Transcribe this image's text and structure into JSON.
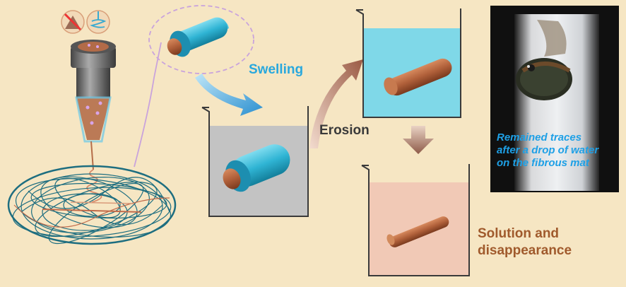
{
  "labels": {
    "swelling": "Swelling",
    "erosion": "Erosion",
    "solution": "Solution and disappearance",
    "photo_caption": "Remained traces after a drop of water on the fibrous mat"
  },
  "icons": [
    "no-heat-icon",
    "electrospinning-icon"
  ],
  "colors": {
    "background": "#f6e6c3",
    "fiber_mesh": "#1e6e80",
    "core": "#b0603a",
    "shell": "#29b3d3",
    "swelling_text": "#29a8dd",
    "solution_text": "#a05a2c",
    "caption_text": "#1ea0e6"
  }
}
